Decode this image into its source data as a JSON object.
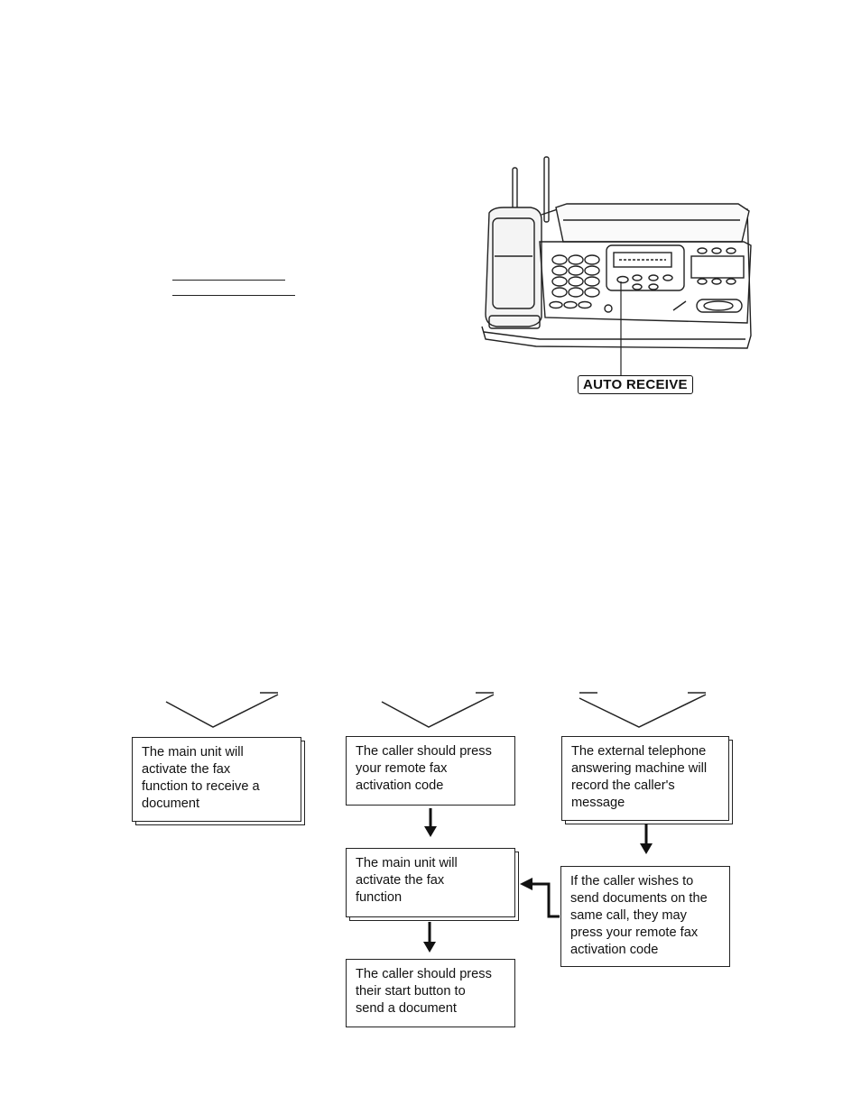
{
  "illustration": {
    "button_label": "AUTO RECEIVE"
  },
  "flowchart": {
    "boxes": {
      "fax_direct": "The main unit will\nactivate the fax\nfunction to receive a\ndocument",
      "caller_press": "The caller should press\nyour remote fax\nactivation code",
      "tam_record": "The external telephone\nanswering machine will\nrecord the caller's\nmessage",
      "unit_activate": "The main unit will\nactivate the fax\nfunction",
      "caller_wishes": "If the caller wishes to\nsend documents on the\nsame call, they may\npress your remote fax\nactivation code",
      "caller_start": "The caller should press\ntheir start button to\nsend a document"
    }
  }
}
